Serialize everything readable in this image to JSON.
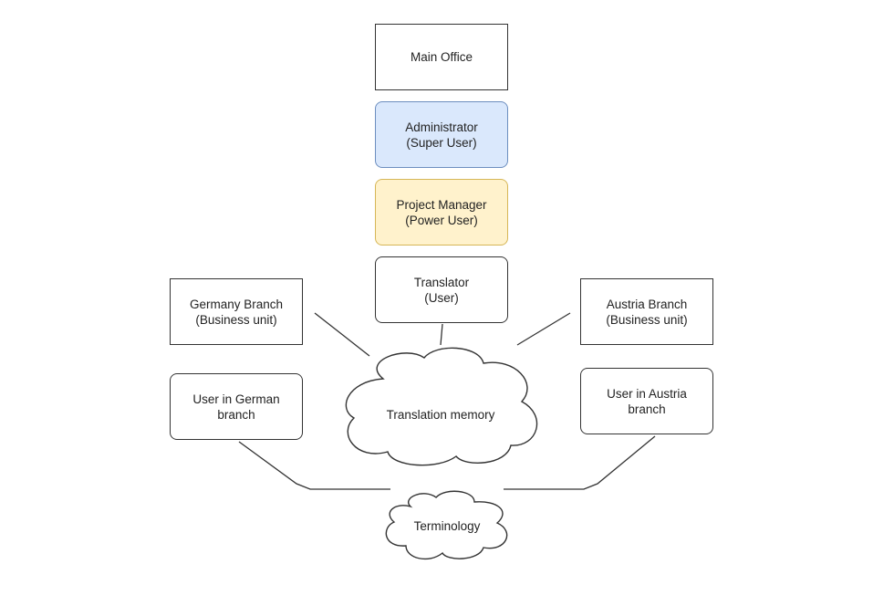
{
  "nodes": {
    "main_office": "Main Office",
    "administrator": "Administrator\n(Super User)",
    "project_manager": "Project Manager\n(Power User)",
    "translator": "Translator\n(User)",
    "germany_branch": "Germany Branch\n(Business unit)",
    "austria_branch": "Austria Branch\n(Business unit)",
    "user_german": "User in German\nbranch",
    "user_austria": "User in Austria\nbranch",
    "translation_memory": "Translation memory",
    "terminology": "Terminology"
  },
  "colors": {
    "administrator_fill": "#dae8fc",
    "administrator_border": "#6c8ebf",
    "project_manager_fill": "#fff2cc",
    "project_manager_border": "#d6b656",
    "line": "#333333"
  }
}
